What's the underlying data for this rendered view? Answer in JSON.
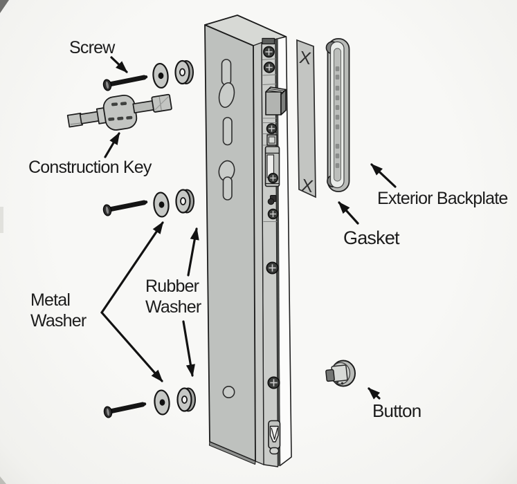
{
  "labels": {
    "screw": "Screw",
    "construction_key": "Construction Key",
    "metal_washer": {
      "line1": "Metal",
      "line2": "Washer"
    },
    "rubber_washer": {
      "line1": "Rubber",
      "line2": "Washer"
    },
    "gasket": "Gasket",
    "exterior_backplate": "Exterior Backplate",
    "button": "Button"
  },
  "gasket_marks": {
    "top": "X",
    "bottom": "X"
  },
  "colors": {
    "background": "#f6f6f3",
    "outline": "#1a1a1a",
    "text": "#1c1c1c",
    "body_front": "#bec1be",
    "body_top": "#d7d9d5",
    "body_bevel": "#c7c9c6",
    "faceplate": "#caccc9",
    "faceplate_white": "#fcfcfb",
    "part_fill": "#c3c5c2",
    "dark_metal": "#2e2e2e"
  }
}
